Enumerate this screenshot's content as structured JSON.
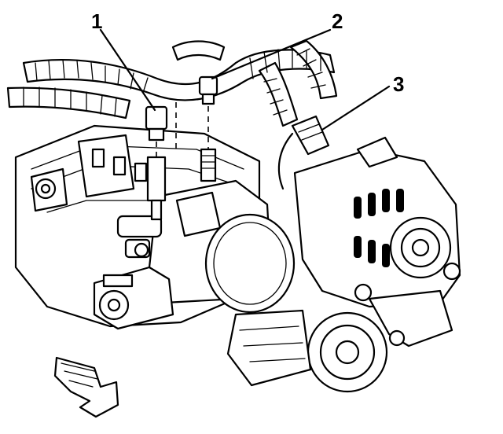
{
  "callouts": [
    {
      "number": "1"
    },
    {
      "number": "2"
    },
    {
      "number": "3"
    }
  ],
  "colors": {
    "ink": "#000000",
    "paper": "#ffffff"
  },
  "icons": [
    "front-direction-arrow-icon"
  ]
}
